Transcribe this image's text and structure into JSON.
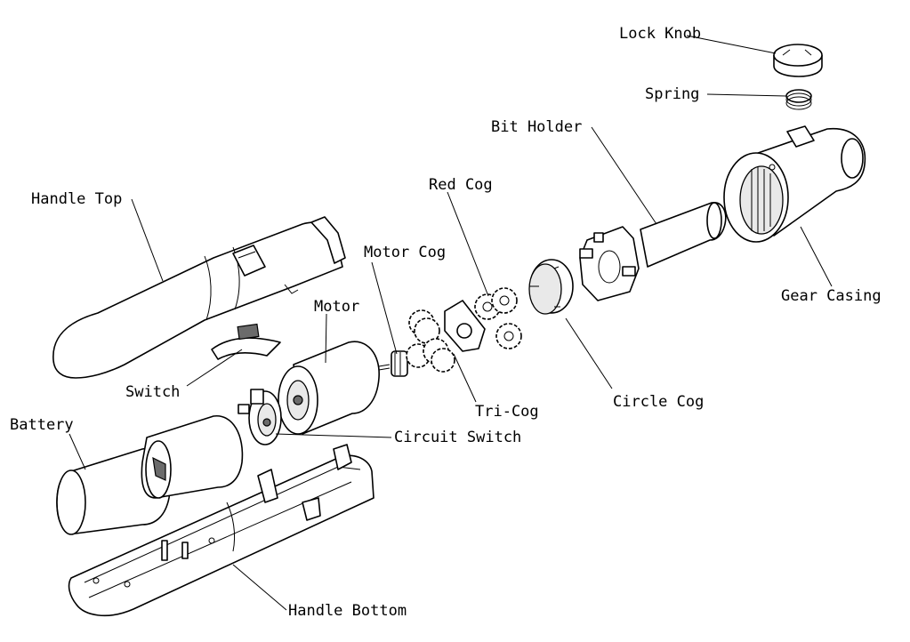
{
  "labels": {
    "lock_knob": "Lock Knob",
    "spring": "Spring",
    "bit_holder": "Bit Holder",
    "red_cog": "Red Cog",
    "handle_top": "Handle Top",
    "motor_cog": "Motor Cog",
    "gear_casing": "Gear Casing",
    "motor": "Motor",
    "switch": "Switch",
    "tri_cog": "Tri-Cog",
    "circle_cog": "Circle Cog",
    "battery": "Battery",
    "circuit_switch": "Circuit Switch",
    "handle_bottom": "Handle Bottom"
  }
}
